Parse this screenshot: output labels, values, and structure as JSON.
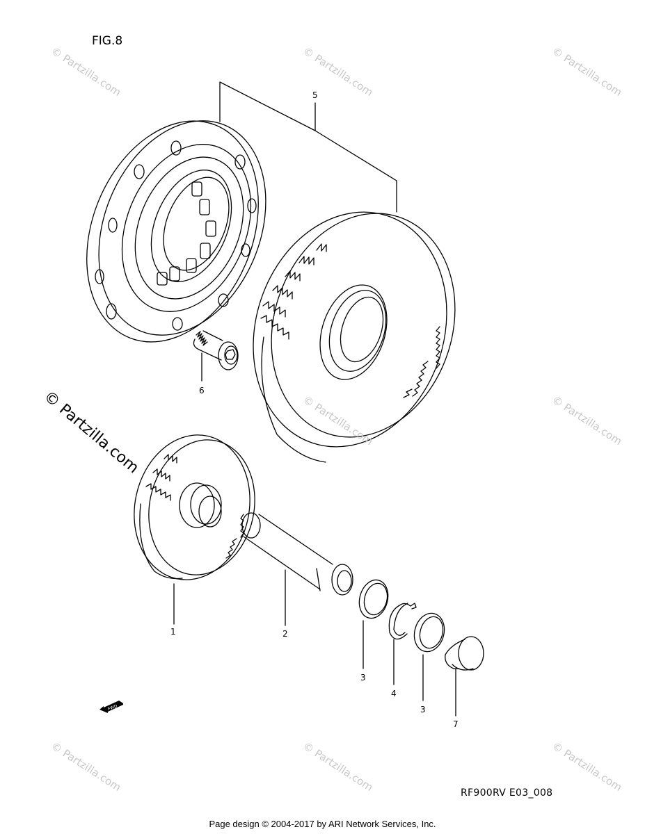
{
  "figure": {
    "title": "FIG.8",
    "diagram_code": "RF900RV E03_008"
  },
  "callouts": [
    "5",
    "6",
    "1",
    "2",
    "3",
    "4",
    "3",
    "7"
  ],
  "fwd_label": "FWD",
  "watermark": {
    "text": "© Partzilla.com",
    "side_text": "© Partzilla.com"
  },
  "footer": {
    "credit": "Page design © 2004-2017 by ARI Network Services, Inc."
  },
  "colors": {
    "line": "#000000",
    "watermark": "#c8c8c8",
    "background": "#ffffff"
  }
}
